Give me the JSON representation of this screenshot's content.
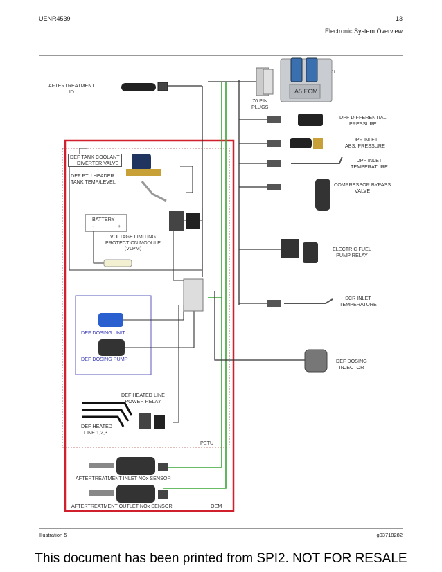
{
  "header": {
    "doc_id": "UENR4539",
    "page_number": "13",
    "section_title": "Electronic System Overview"
  },
  "diagram": {
    "labels": {
      "aftertreatment_id": [
        "AFTERTREATMENT",
        "ID"
      ],
      "ecm": "A5 ECM",
      "ecm_connector": "J1",
      "plugs": [
        "70 PIN",
        "PLUGS"
      ],
      "dpf_diff": [
        "DPF DIFFERENTIAL",
        "PRESSURE"
      ],
      "dpf_inlet_abs": [
        "DPF INLET",
        "ABS. PRESSURE"
      ],
      "dpf_inlet_temp": [
        "DPF INLET",
        "TEMPERATURE"
      ],
      "compressor_bypass": [
        "COMPRESSOR BYPASS",
        "VALVE"
      ],
      "def_coolant_valve": [
        "DEF TANK COOLANT",
        "DIVERTER VALVE"
      ],
      "def_ptu_header": [
        "DEF PTU HEADER",
        "TANK TEMP/LEVEL"
      ],
      "battery": "BATTERY",
      "battery_minus": "-",
      "battery_plus": "+",
      "vlpm": [
        "VOLTAGE LIMITING",
        "PROTECTION MODULE",
        "(VLPM)"
      ],
      "fuel_pump_relay": [
        "ELECTRIC FUEL",
        "PUMP RELAY"
      ],
      "scr_inlet_temp": [
        "SCR INLET",
        "TEMPERATURE"
      ],
      "dosing_unit": "DEF DOSING UNIT",
      "dosing_pump": "DEF DOSING PUMP",
      "dosing_injector": [
        "DEF DOSING",
        "INJECTOR"
      ],
      "heated_line_relay": [
        "DEF HEATED LINE",
        "POWER RELAY"
      ],
      "heated_line": [
        "DEF HEATED",
        "LINE 1,2,3"
      ],
      "petu": "PETU",
      "inlet_nox": "AFTERTREATMENT INLET NOx SENSOR",
      "outlet_nox": "AFTERTREATMENT OUTLET NOx SENSOR",
      "oem": "OEM"
    },
    "colors": {
      "oem_box": "#d0202e",
      "petu_box": "#b04a4a",
      "dosing_box": "#5a5abf",
      "green_wire": "#3aa535",
      "black_wire": "#333333",
      "blue_label": "#3a3ab5"
    }
  },
  "footer": {
    "caption": "Illustration 5",
    "graphic_id": "g03718282"
  },
  "banner": "This document has been printed from SPI2. NOT FOR RESALE"
}
